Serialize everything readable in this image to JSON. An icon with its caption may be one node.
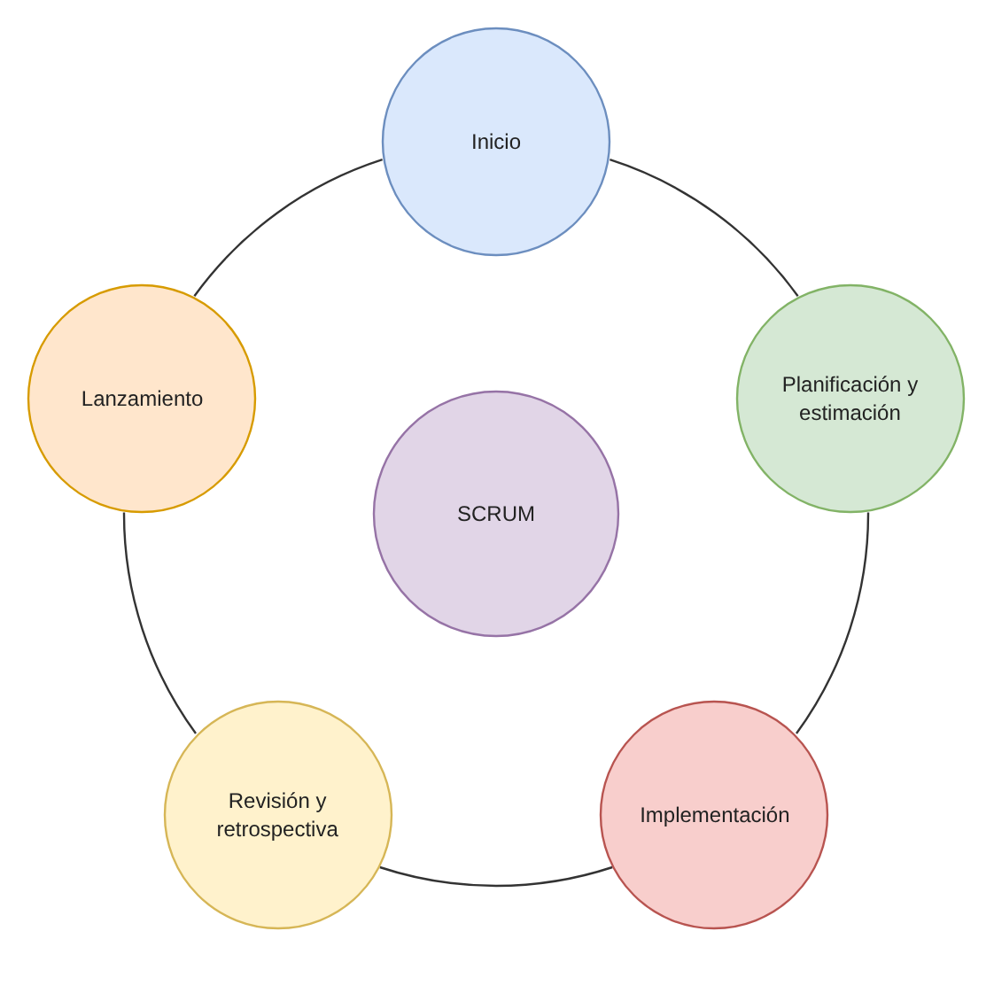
{
  "diagram": {
    "nodes": [
      {
        "text": [
          "Inicio"
        ]
      },
      {
        "text": [
          "Planificación y estimación"
        ]
      },
      {
        "text": [
          "Implementación"
        ]
      },
      {
        "text": [
          "Revisión y retrospectiva"
        ]
      },
      {
        "text": [
          "Lanzamiento"
        ]
      },
      {
        "text": [
          "SCRUM"
        ]
      }
    ],
    "edges": [
      {
        "from": 0,
        "to": 1,
        "arrow": "none"
      },
      {
        "from": 1,
        "to": 2,
        "arrow": "none"
      },
      {
        "from": 2,
        "to": 3,
        "arrow": "none"
      },
      {
        "from": 3,
        "to": 4,
        "arrow": "none"
      },
      {
        "from": 4,
        "to": 0,
        "arrow": "none"
      }
    ]
  }
}
